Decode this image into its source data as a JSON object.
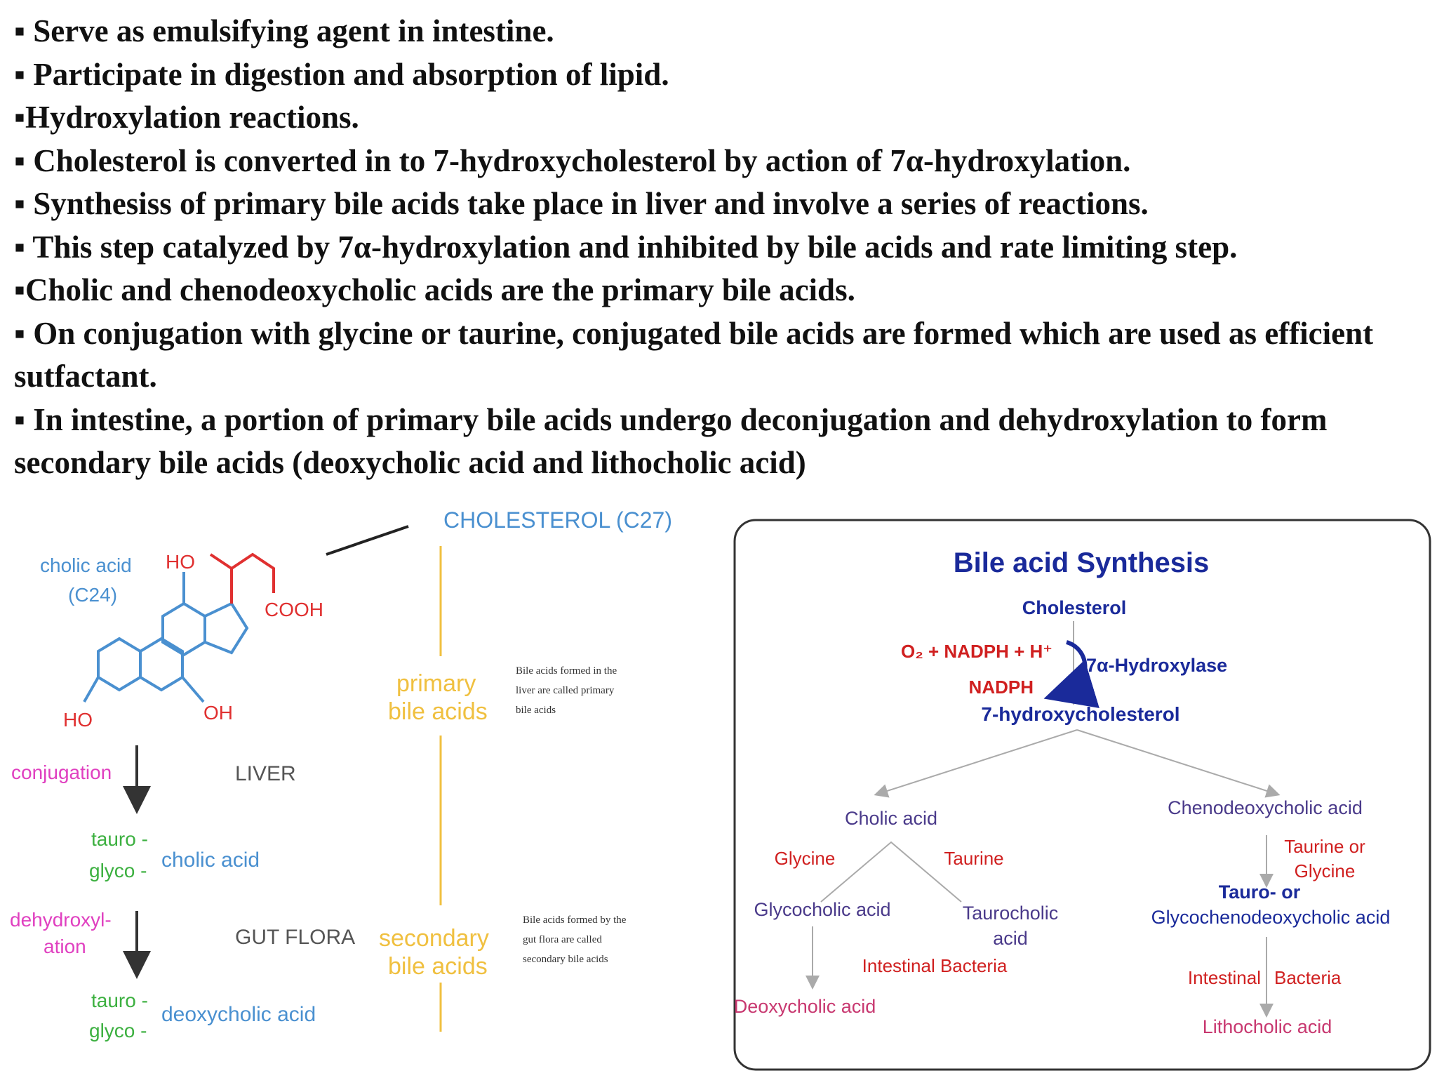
{
  "bullets": [
    "▪ Serve as emulsifying agent in intestine.",
    "▪ Participate in digestion and absorption of lipid.",
    "▪Hydroxylation reactions.",
    "▪ Cholesterol is converted in to 7-hydroxycholesterol by action of 7α-hydroxylation.",
    "▪ Synthesiss of primary bile acids take place in liver and involve a series of reactions.",
    "▪ This step catalyzed by 7α-hydroxylation and inhibited by bile acids and rate limiting step.",
    "▪Cholic and chenodeoxycholic acids are the primary bile acids.",
    "▪ On conjugation with glycine or taurine, conjugated bile acids are formed which are used as efficient sutfactant.",
    "▪ In intestine, a portion of primary bile acids undergo deconjugation and dehydroxylation to form secondary bile acids (deoxycholic acid and lithocholic acid)"
  ],
  "left_diagram": {
    "cholesterol": "CHOLESTEROL (C27)",
    "cholic_acid": "cholic acid",
    "c24": "(C24)",
    "ho_top": "HO",
    "cooh": "COOH",
    "ho_bottom": "HO",
    "oh": "OH",
    "conjugation": "conjugation",
    "liver": "LIVER",
    "tauro_1": "tauro -",
    "glyco_1": "glyco -",
    "cholic_acid_2": "cholic acid",
    "dehydroxyl_1": "dehydroxyl-",
    "dehydroxyl_2": "ation",
    "gut_flora": "GUT FLORA",
    "tauro_2": "tauro -",
    "glyco_2": "glyco -",
    "deoxycholic_acid": "deoxycholic acid",
    "primary_1": "primary",
    "primary_2": "bile acids",
    "primary_note": [
      "Bile acids formed in the",
      "liver are called primary",
      "bile acids"
    ],
    "secondary_1": "secondary",
    "secondary_2": "bile acids",
    "secondary_note": [
      "Bile acids formed by the",
      "gut flora are called",
      "secondary bile acids"
    ],
    "colors": {
      "blue": "#4a90d0",
      "pink": "#e040c0",
      "green": "#3cb040",
      "yellow": "#f0c040",
      "red": "#e03030",
      "gray": "#555555"
    }
  },
  "right_diagram": {
    "title": "Bile acid Synthesis",
    "cholesterol": "Cholesterol",
    "cofactors_in": "O₂ + NADPH + H⁺",
    "enzyme": "7α-Hydroxylase",
    "cofactor_out": "NADPH",
    "hydroxycholesterol": "7-hydroxycholesterol",
    "cholic_acid": "Cholic acid",
    "chenodeoxycholic_acid": "Chenodeoxycholic acid",
    "glycine": "Glycine",
    "taurine": "Taurine",
    "taurine_or_1": "Taurine or",
    "taurine_or_2": "Glycine",
    "glycocholic_acid": "Glycocholic acid",
    "taurocholic_1": "Taurocholic",
    "taurocholic_2": "acid",
    "tauro_or": "Tauro- or",
    "glycochenodeoxycholic": "Glycochenodeoxycholic acid",
    "bacteria_left": "Intestinal Bacteria",
    "bacteria_right_1": "Intestinal",
    "bacteria_right_2": "Bacteria",
    "deoxycholic_acid": "Deoxycholic acid",
    "lithocholic_acid": "Lithocholic acid",
    "colors": {
      "navy": "#1a2a9a",
      "red": "#d02020",
      "pink": "#c83870",
      "purple": "#4a3a8a"
    }
  }
}
